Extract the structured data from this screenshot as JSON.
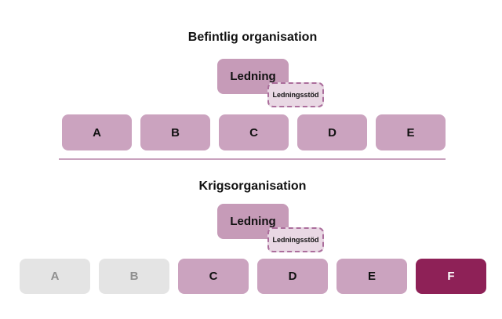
{
  "colors": {
    "background": "#ffffff",
    "box-mauve": "#cba3bf",
    "box-mauve-dark": "#c69bb8",
    "support-fill": "#e9d8e4",
    "support-border": "#ab6e9c",
    "inactive-fill": "#e4e4e4",
    "inactive-text": "#8f8f8f",
    "highlight-fill": "#8e2157",
    "highlight-text": "#ffffff",
    "text-dark": "#111111",
    "divider": "#c9a2be"
  },
  "sections": [
    {
      "title": "Befintlig organisation",
      "leadership": {
        "label": "Ledning"
      },
      "support": {
        "label": "Ledningsstöd"
      },
      "units": [
        {
          "label": "A",
          "state": "active"
        },
        {
          "label": "B",
          "state": "active"
        },
        {
          "label": "C",
          "state": "active"
        },
        {
          "label": "D",
          "state": "active"
        },
        {
          "label": "E",
          "state": "active"
        }
      ]
    },
    {
      "title": "Krigsorganisation",
      "leadership": {
        "label": "Ledning"
      },
      "support": {
        "label": "Ledningsstöd"
      },
      "units": [
        {
          "label": "A",
          "state": "inactive"
        },
        {
          "label": "B",
          "state": "inactive"
        },
        {
          "label": "C",
          "state": "active"
        },
        {
          "label": "D",
          "state": "active"
        },
        {
          "label": "E",
          "state": "active"
        },
        {
          "label": "F",
          "state": "new"
        }
      ]
    }
  ]
}
